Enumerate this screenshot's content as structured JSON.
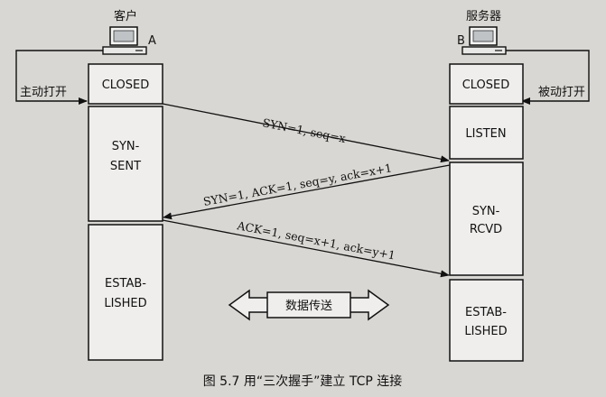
{
  "client": {
    "name": "客户",
    "letter": "A",
    "action": "主动打开"
  },
  "server": {
    "name": "服务器",
    "letter": "B",
    "action": "被动打开"
  },
  "client_states": [
    [
      "CLOSED"
    ],
    [
      "SYN-",
      "SENT"
    ],
    [
      "ESTAB-",
      "LISHED"
    ]
  ],
  "server_states": [
    [
      "CLOSED"
    ],
    [
      "LISTEN"
    ],
    [
      "SYN-",
      "RCVD"
    ],
    [
      "ESTAB-",
      "LISHED"
    ]
  ],
  "messages": [
    "SYN=1, seq=x",
    "SYN=1, ACK=1, seq=y, ack=x+1",
    "ACK=1, seq=x+1, ack=y+1"
  ],
  "data_transfer": "数据传送",
  "caption": "图 5.7   用“三次握手”建立 TCP 连接"
}
